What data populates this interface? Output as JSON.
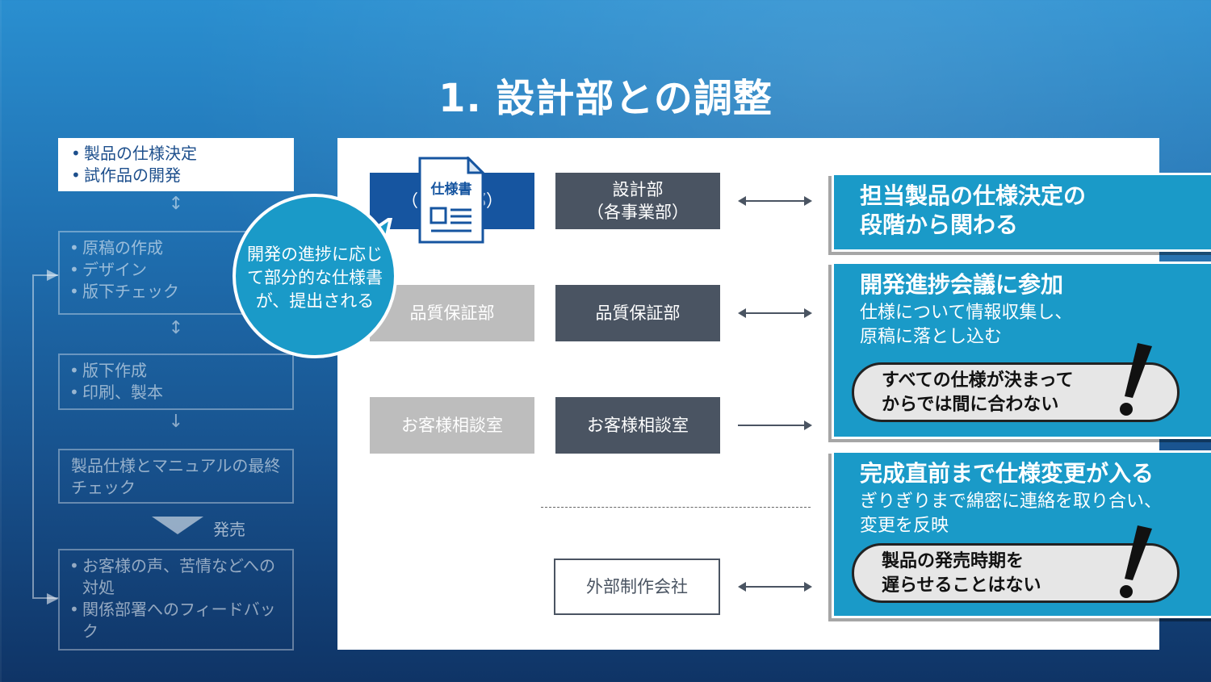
{
  "title": "1. 設計部との調整",
  "flow": {
    "step1": [
      "製品の仕様決定",
      "試作品の開発"
    ],
    "step2": [
      "原稿の作成",
      "デザイン",
      "版下チェック"
    ],
    "step3": [
      "版下作成",
      "印刷、製本"
    ],
    "step4": "製品仕様とマニュアルの最終チェック",
    "release_label": "発売",
    "step5": [
      "お客様の声、苦情などへの対処",
      "関係部署へのフィードバック"
    ]
  },
  "balloon_text": "開発の進捗に応じて部分的な仕様書が、提出される",
  "doc_icon_label": "仕様書",
  "departments": {
    "left_1": "（各事業部）",
    "left_2": "品質保証部",
    "left_3": "お客様相談室",
    "mid_1_line1": "設計部",
    "mid_1_line2": "（各事業部）",
    "mid_2": "品質保証部",
    "mid_3": "お客様相談室",
    "outside": "外部制作会社"
  },
  "cards": {
    "card1_head_l1": "担当製品の仕様決定の",
    "card1_head_l2": "段階から関わる",
    "card2_head": "開発進捗会議に参加",
    "card2_sub_l1": "仕様について情報収集し、",
    "card2_sub_l2": "原稿に落とし込む",
    "card2_pill_l1": "すべての仕様が決まって",
    "card2_pill_l2": "からでは間に合わない",
    "card3_head": "完成直前まで仕様変更が入る",
    "card3_sub_l1": "ぎりぎりまで綿密に連絡を取り合い、",
    "card3_sub_l2": "変更を反映",
    "card3_pill_l1": "製品の発売時期を",
    "card3_pill_l2": "遅らせることはない"
  },
  "colors": {
    "accent": "#1a9ac8",
    "dark_box": "#4a5462",
    "gray_box": "#bdbdbd",
    "blue_box": "#1655a0"
  }
}
